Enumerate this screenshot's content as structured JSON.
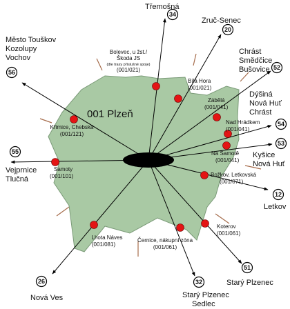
{
  "zone_label": "001 Plzeň",
  "stops": {
    "bolevec": {
      "name": "Bolevec, u žst./",
      "name2": "Škoda JS",
      "note": "(dle trasy příslušné spoje)",
      "code": "(001/021)"
    },
    "bila_hora": {
      "name": "Bílá Hora",
      "code": "(001/021)"
    },
    "zabela": {
      "name": "Zábělá",
      "code": "(001/041)"
    },
    "nad_hradkem": {
      "name": "Nad Hrádkem",
      "code": "(001/041)"
    },
    "na_samote": {
      "name": "Na Samotě",
      "code": "(001/041)"
    },
    "bozkov": {
      "name": "Božkov, Letkovská",
      "code": "(001/071)"
    },
    "koterov": {
      "name": "Koterov",
      "code": "(001/061)"
    },
    "cernice": {
      "name": "Černice, nákupní zóna",
      "code": "(001/061)"
    },
    "lhota": {
      "name": "Lhota Náves",
      "code": "(001/081)"
    },
    "samoty": {
      "name": "Samoty",
      "code": "(001/101)"
    },
    "krimice": {
      "name": "Křimice, Chebská",
      "code": "(001/121)"
    }
  },
  "destinations": {
    "d34": {
      "num": "34",
      "lines": [
        "Třemošná"
      ]
    },
    "d20": {
      "num": "20",
      "lines": [
        "Zruč-Senec"
      ]
    },
    "d52": {
      "num": "52",
      "lines": [
        "Chrást",
        "Smědčice",
        "Bušovice"
      ]
    },
    "d54": {
      "num": "54",
      "lines": [
        "Dýšiná",
        "Nová Huť",
        "Chrást"
      ]
    },
    "d53": {
      "num": "53",
      "lines": [
        "Kyšice",
        "Nová Huť"
      ]
    },
    "d12": {
      "num": "12",
      "lines": [
        "Letkov"
      ]
    },
    "d51": {
      "num": "51",
      "lines": [
        "Starý Plzenec"
      ]
    },
    "d32": {
      "num": "32",
      "lines": [
        "Starý Plzenec",
        "Sedlec"
      ]
    },
    "d26": {
      "num": "26",
      "lines": [
        "Nová Ves"
      ]
    },
    "d55": {
      "num": "55",
      "lines": [
        "Vejprnice",
        "Tlučná"
      ]
    },
    "d56": {
      "num": "56",
      "lines": [
        "Město Touškov",
        "Kozolupy",
        "Vochov"
      ]
    }
  },
  "colors": {
    "zone_fill": "#a9c9a4",
    "zone_stroke": "#7a9a77",
    "stop_fill": "#e41414",
    "hub_fill": "#000000",
    "road": "#a56b4a",
    "line": "#000000"
  }
}
